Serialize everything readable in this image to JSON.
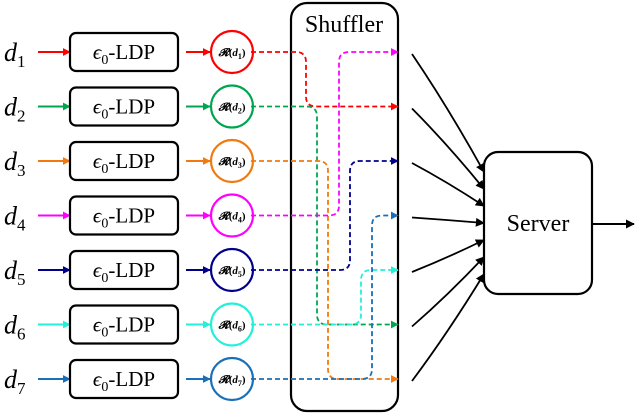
{
  "shuffler": {
    "label": "Shuffler"
  },
  "server": {
    "label": "Server"
  },
  "colors": {
    "d1": "#ff0000",
    "d2": "#00a550",
    "d3": "#f07a10",
    "d4": "#ff00ff",
    "d5": "#00008b",
    "d6": "#22f0d8",
    "d7": "#1a6fb8"
  },
  "rows": [
    {
      "id": "d1",
      "input": "d",
      "input_sub": "1",
      "mechanism_eps": "ϵ",
      "mechanism_eps_sub": "0",
      "mechanism_suffix": "-LDP",
      "output_symbol": "𝓡",
      "output_arg": "d",
      "output_arg_sub": "1",
      "color_key": "d1"
    },
    {
      "id": "d2",
      "input": "d",
      "input_sub": "2",
      "mechanism_eps": "ϵ",
      "mechanism_eps_sub": "0",
      "mechanism_suffix": "-LDP",
      "output_symbol": "𝓡",
      "output_arg": "d",
      "output_arg_sub": "2",
      "color_key": "d2"
    },
    {
      "id": "d3",
      "input": "d",
      "input_sub": "3",
      "mechanism_eps": "ϵ",
      "mechanism_eps_sub": "0",
      "mechanism_suffix": "-LDP",
      "output_symbol": "𝓡",
      "output_arg": "d",
      "output_arg_sub": "3",
      "color_key": "d3"
    },
    {
      "id": "d4",
      "input": "d",
      "input_sub": "4",
      "mechanism_eps": "ϵ",
      "mechanism_eps_sub": "0",
      "mechanism_suffix": "-LDP",
      "output_symbol": "𝓡",
      "output_arg": "d",
      "output_arg_sub": "4",
      "color_key": "d4"
    },
    {
      "id": "d5",
      "input": "d",
      "input_sub": "5",
      "mechanism_eps": "ϵ",
      "mechanism_eps_sub": "0",
      "mechanism_suffix": "-LDP",
      "output_symbol": "𝓡",
      "output_arg": "d",
      "output_arg_sub": "5",
      "color_key": "d5"
    },
    {
      "id": "d6",
      "input": "d",
      "input_sub": "6",
      "mechanism_eps": "ϵ",
      "mechanism_eps_sub": "0",
      "mechanism_suffix": "-LDP",
      "output_symbol": "𝓡",
      "output_arg": "d",
      "output_arg_sub": "6",
      "color_key": "d6"
    },
    {
      "id": "d7",
      "input": "d",
      "input_sub": "7",
      "mechanism_eps": "ϵ",
      "mechanism_eps_sub": "0",
      "mechanism_suffix": "-LDP",
      "output_symbol": "𝓡",
      "output_arg": "d",
      "output_arg_sub": "7",
      "color_key": "d7"
    }
  ],
  "shuffle_permutation": {
    "d1": 2,
    "d2": 6,
    "d3": 7,
    "d4": 1,
    "d5": 3,
    "d6": 5,
    "d7": 4
  }
}
